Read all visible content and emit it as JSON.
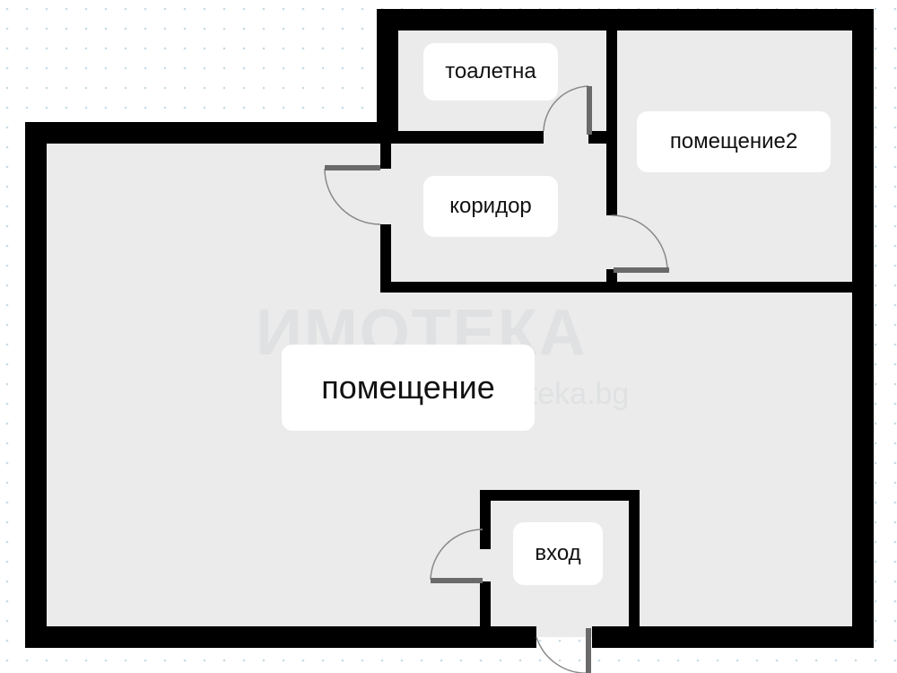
{
  "floor_plan": {
    "rooms": [
      {
        "key": "toilet",
        "label": "тоалетна"
      },
      {
        "key": "room2",
        "label": "помещение2"
      },
      {
        "key": "corridor",
        "label": "коридор"
      },
      {
        "key": "main_room",
        "label": "помещение"
      },
      {
        "key": "entrance",
        "label": "вход"
      }
    ]
  },
  "watermark": {
    "logo_text": "ИМОТЕКА",
    "site_text": "imoteka.bg"
  },
  "colors": {
    "wall": "#000000",
    "floor": "#ebebeb",
    "door": "#555555",
    "dot_grid": "#c9dbe6"
  }
}
